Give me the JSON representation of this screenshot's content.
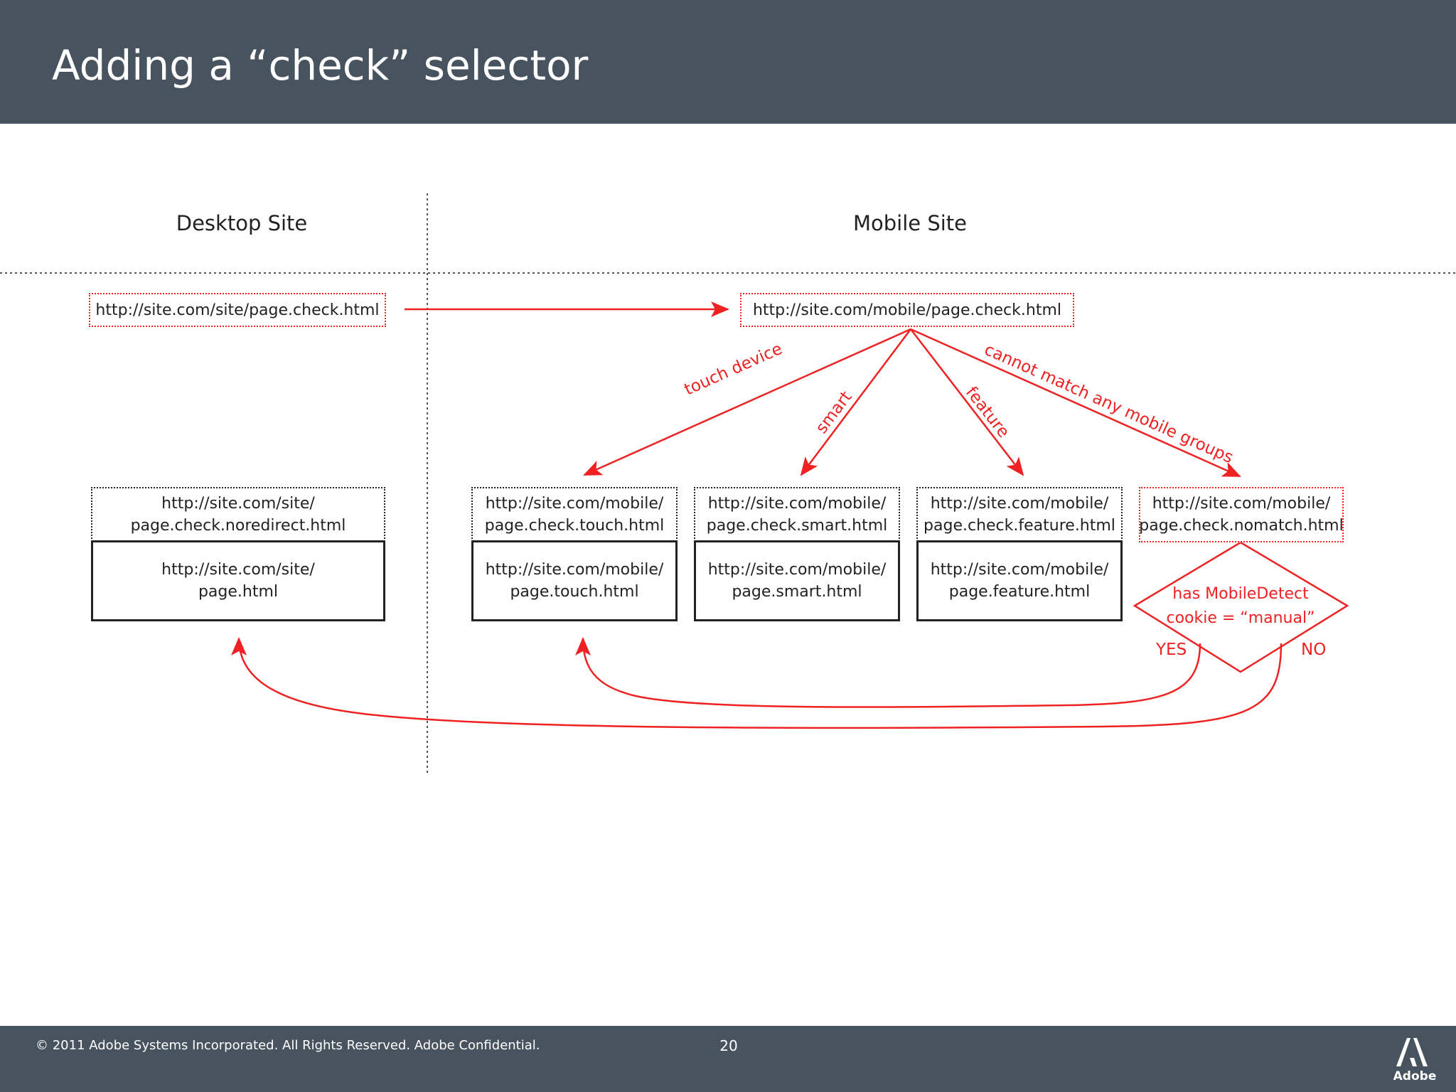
{
  "slide": {
    "title": "Adding a “check” selector",
    "footer": "© 2011 Adobe Systems Incorporated.  All Rights Reserved.  Adobe Confidential.",
    "page_number": "20",
    "logo_text": "Adobe"
  },
  "columns": {
    "desktop": "Desktop Site",
    "mobile": "Mobile Site"
  },
  "urls": {
    "desktop_check": "http://site.com/site/page.check.html",
    "mobile_check": "http://site.com/mobile/page.check.html",
    "desktop_noredirect": "http://site.com/site/\npage.check.noredirect.html",
    "desktop_page": "http://site.com/site/\npage.html",
    "touch_check": "http://site.com/mobile/\npage.check.touch.html",
    "touch_page": "http://site.com/mobile/\npage.touch.html",
    "smart_check": "http://site.com/mobile/\npage.check.smart.html",
    "smart_page": "http://site.com/mobile/\npage.smart.html",
    "feature_check": "http://site.com/mobile/\npage.check.feature.html",
    "feature_page": "http://site.com/mobile/\npage.feature.html",
    "nomatch_check": "http://site.com/mobile/\npage.check.nomatch.html"
  },
  "edges": {
    "touch": "touch device",
    "smart": "smart",
    "feature": "feature",
    "nomatch": "cannot match any mobile groups",
    "yes": "YES",
    "no": "NO"
  },
  "decision": "has MobileDetect\ncookie = “manual”",
  "colors": {
    "bar": "#47535e",
    "accent": "#ee2222"
  }
}
